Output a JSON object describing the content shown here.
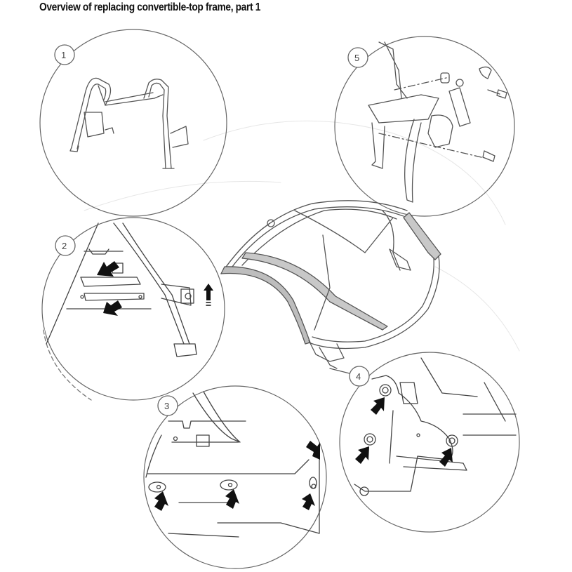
{
  "page": {
    "title": "Overview of replacing convertible-top frame, part 1"
  },
  "figure": {
    "description": "Exploded overview of convertible-top frame with five detail callouts",
    "line_color": "#555555",
    "highlight_color": "#bdbdbd",
    "arrow_color": "#111111",
    "callouts": [
      {
        "number": "1",
        "subject": "roll-bar frame assembly"
      },
      {
        "number": "2",
        "subject": "frame mounting, arrows at slots and clip"
      },
      {
        "number": "3",
        "subject": "frame base bolts, four arrows"
      },
      {
        "number": "4",
        "subject": "hinge bracket bolts, three arrows"
      },
      {
        "number": "5",
        "subject": "seat belt retractor and mounting bolts"
      }
    ],
    "center_item": "convertible-top frame"
  }
}
